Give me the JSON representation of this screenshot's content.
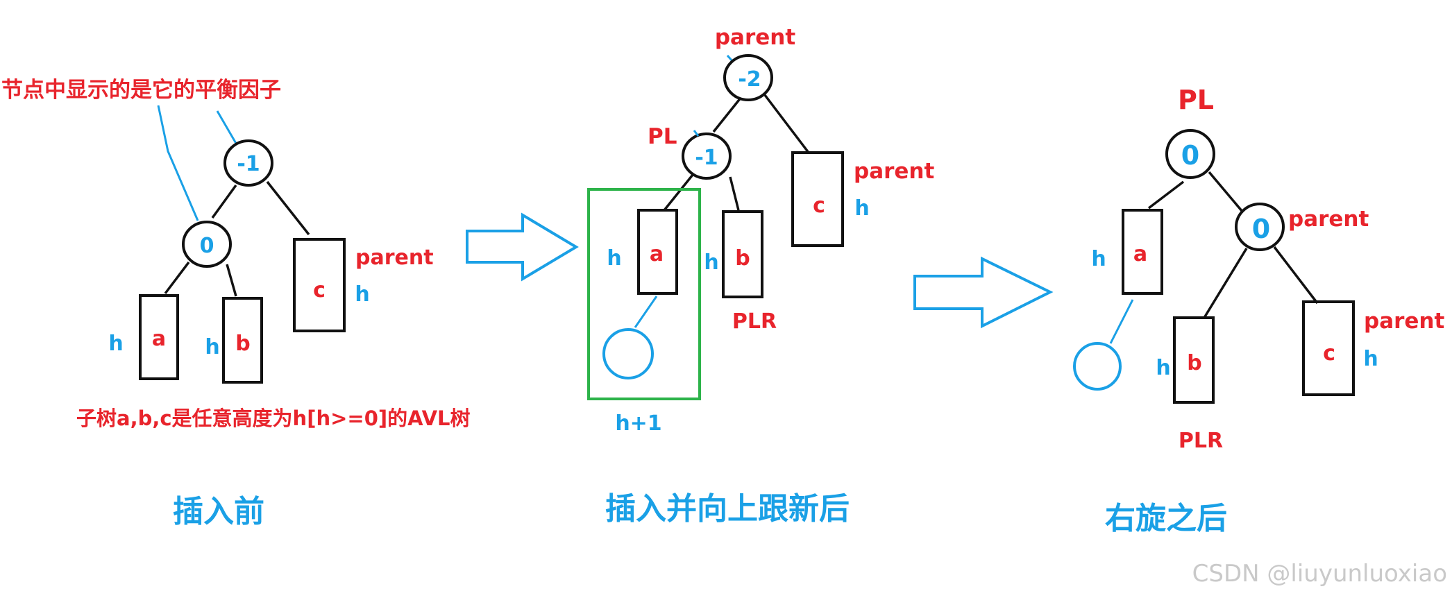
{
  "colors": {
    "label_red": "#e8242c",
    "label_blue": "#1aa0e6",
    "line": "#111111",
    "highlight_green": "#2db34a"
  },
  "panel1": {
    "note": "节点中显示的是它的平衡因子",
    "root_bf": "-1",
    "child_bf": "0",
    "subtree_a": "a",
    "subtree_b": "b",
    "subtree_c": "c",
    "parent_label": "parent",
    "h_label": "h",
    "caption": "子树a,b,c是任意高度为h[h>=0]的AVL树",
    "title": "插入前"
  },
  "panel2": {
    "parent_label": "parent",
    "root_bf": "-2",
    "pl_label": "PL",
    "pl_bf": "-1",
    "subtree_a": "a",
    "subtree_b": "b",
    "subtree_c": "c",
    "h_label": "h",
    "plr_label": "PLR",
    "height_label": "h+1",
    "title": "插入并向上跟新后"
  },
  "panel3": {
    "pl_label": "PL",
    "root_bf": "0",
    "child_bf": "0",
    "parent_label": "parent",
    "subtree_a": "a",
    "subtree_b": "b",
    "subtree_c": "c",
    "h_label": "h",
    "plr_label": "PLR",
    "title": "右旋之后"
  },
  "watermark": "CSDN @liuyunluoxiao"
}
